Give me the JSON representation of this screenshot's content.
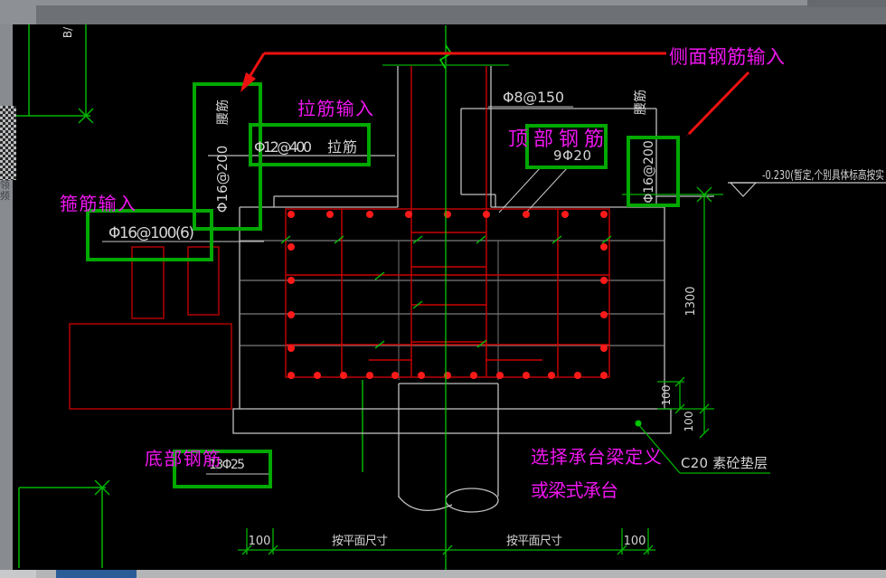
{
  "sidebar": {
    "qr_icon": "qr-code",
    "label_line1": "领",
    "label_line2": "频"
  },
  "axis": {
    "top_left_bubble": "B/"
  },
  "callouts": {
    "side_input": "侧面钢筋输入",
    "tie_input": "拉筋输入",
    "stirrup_input": "箍筋输入",
    "top_rebar": "顶部钢筋",
    "bottom_rebar": "底部钢筋",
    "cap_beam_line1": "选择承台梁定义",
    "cap_beam_line2": "或梁式承台"
  },
  "rebar_values": {
    "side_left_label": "腰筋",
    "side_left_value": "Φ16@200",
    "tie_value": "Φ12@400",
    "tie_suffix": "拉筋",
    "stirrup_value": "Φ16@100(6)",
    "slab_top_value": "Φ8@150",
    "top_value": "9Φ20",
    "side_right_label": "腰筋",
    "side_right_value": "Φ16@200",
    "bottom_value": "13Φ25"
  },
  "notes": {
    "elevation": "-0.230(暂定,个别具体标高按实",
    "cushion": "C20 素砼垫层"
  },
  "dimensions": {
    "cap_height": "1300",
    "pile_embed": "100",
    "cushion_thickness": "100",
    "bottom": [
      "100",
      "按平面尺寸",
      "按平面尺寸",
      "100"
    ]
  },
  "colors": {
    "canvas": "#000000",
    "cad_line_white": "#c8c8c8",
    "rebar_red": "#cc0000",
    "dot_red": "#ff1a1a",
    "highlight_green": "#00a800",
    "dim_green": "#00b400",
    "centerline_green": "#00d400",
    "annotation_magenta": "#ef16ef",
    "chrome_gray": "#8d9094",
    "taskbar_blue": "#2a5d97"
  },
  "counts": {
    "top_rebar_dots": 9,
    "bottom_rebar_dots": 13,
    "side_rebar_dots_each": 4
  }
}
